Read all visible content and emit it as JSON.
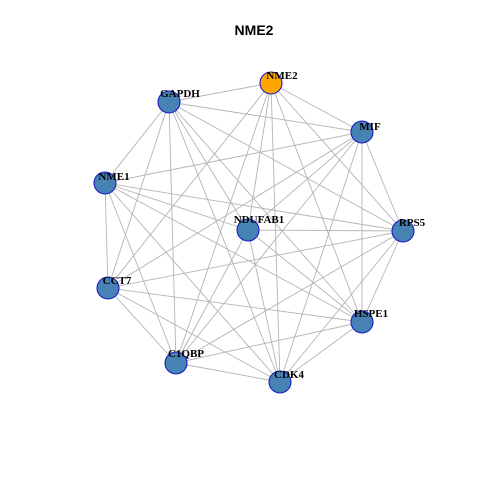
{
  "title": "NME2",
  "colors": {
    "highlight_fill": "#FFA500",
    "node_fill": "#4682B4",
    "node_stroke": "#1C1CC8",
    "edge": "#B4B4B4"
  },
  "nodes": [
    {
      "id": "NME2",
      "label": "NME2",
      "highlight": true
    },
    {
      "id": "GAPDH",
      "label": "GAPDH",
      "highlight": false
    },
    {
      "id": "MIF",
      "label": "MIF",
      "highlight": false
    },
    {
      "id": "NME1",
      "label": "NME1",
      "highlight": false
    },
    {
      "id": "NDUFAB1",
      "label": "NDUFAB1",
      "highlight": false
    },
    {
      "id": "RPS5",
      "label": "RPS5",
      "highlight": false
    },
    {
      "id": "CCT7",
      "label": "CCT7",
      "highlight": false
    },
    {
      "id": "HSPE1",
      "label": "HSPE1",
      "highlight": false
    },
    {
      "id": "C1QBP",
      "label": "C1QBP",
      "highlight": false
    },
    {
      "id": "CDK4",
      "label": "CDK4",
      "highlight": false
    }
  ],
  "edges": [
    [
      "NME2",
      "GAPDH"
    ],
    [
      "NME2",
      "MIF"
    ],
    [
      "NME2",
      "RPS5"
    ],
    [
      "NME2",
      "NDUFAB1"
    ],
    [
      "NME2",
      "CCT7"
    ],
    [
      "NME2",
      "C1QBP"
    ],
    [
      "NME2",
      "CDK4"
    ],
    [
      "NME2",
      "HSPE1"
    ],
    [
      "GAPDH",
      "MIF"
    ],
    [
      "GAPDH",
      "NME1"
    ],
    [
      "GAPDH",
      "NDUFAB1"
    ],
    [
      "GAPDH",
      "RPS5"
    ],
    [
      "GAPDH",
      "CCT7"
    ],
    [
      "GAPDH",
      "C1QBP"
    ],
    [
      "GAPDH",
      "CDK4"
    ],
    [
      "GAPDH",
      "HSPE1"
    ],
    [
      "MIF",
      "NME1"
    ],
    [
      "MIF",
      "NDUFAB1"
    ],
    [
      "MIF",
      "RPS5"
    ],
    [
      "MIF",
      "CCT7"
    ],
    [
      "MIF",
      "HSPE1"
    ],
    [
      "MIF",
      "C1QBP"
    ],
    [
      "MIF",
      "CDK4"
    ],
    [
      "NME1",
      "NDUFAB1"
    ],
    [
      "NME1",
      "RPS5"
    ],
    [
      "NME1",
      "CCT7"
    ],
    [
      "NME1",
      "HSPE1"
    ],
    [
      "NME1",
      "C1QBP"
    ],
    [
      "NME1",
      "CDK4"
    ],
    [
      "NDUFAB1",
      "RPS5"
    ],
    [
      "NDUFAB1",
      "C1QBP"
    ],
    [
      "NDUFAB1",
      "CDK4"
    ],
    [
      "NDUFAB1",
      "HSPE1"
    ],
    [
      "RPS5",
      "CCT7"
    ],
    [
      "RPS5",
      "HSPE1"
    ],
    [
      "RPS5",
      "C1QBP"
    ],
    [
      "RPS5",
      "CDK4"
    ],
    [
      "CCT7",
      "HSPE1"
    ],
    [
      "CCT7",
      "C1QBP"
    ],
    [
      "CCT7",
      "CDK4"
    ],
    [
      "HSPE1",
      "C1QBP"
    ],
    [
      "HSPE1",
      "CDK4"
    ],
    [
      "C1QBP",
      "CDK4"
    ]
  ]
}
